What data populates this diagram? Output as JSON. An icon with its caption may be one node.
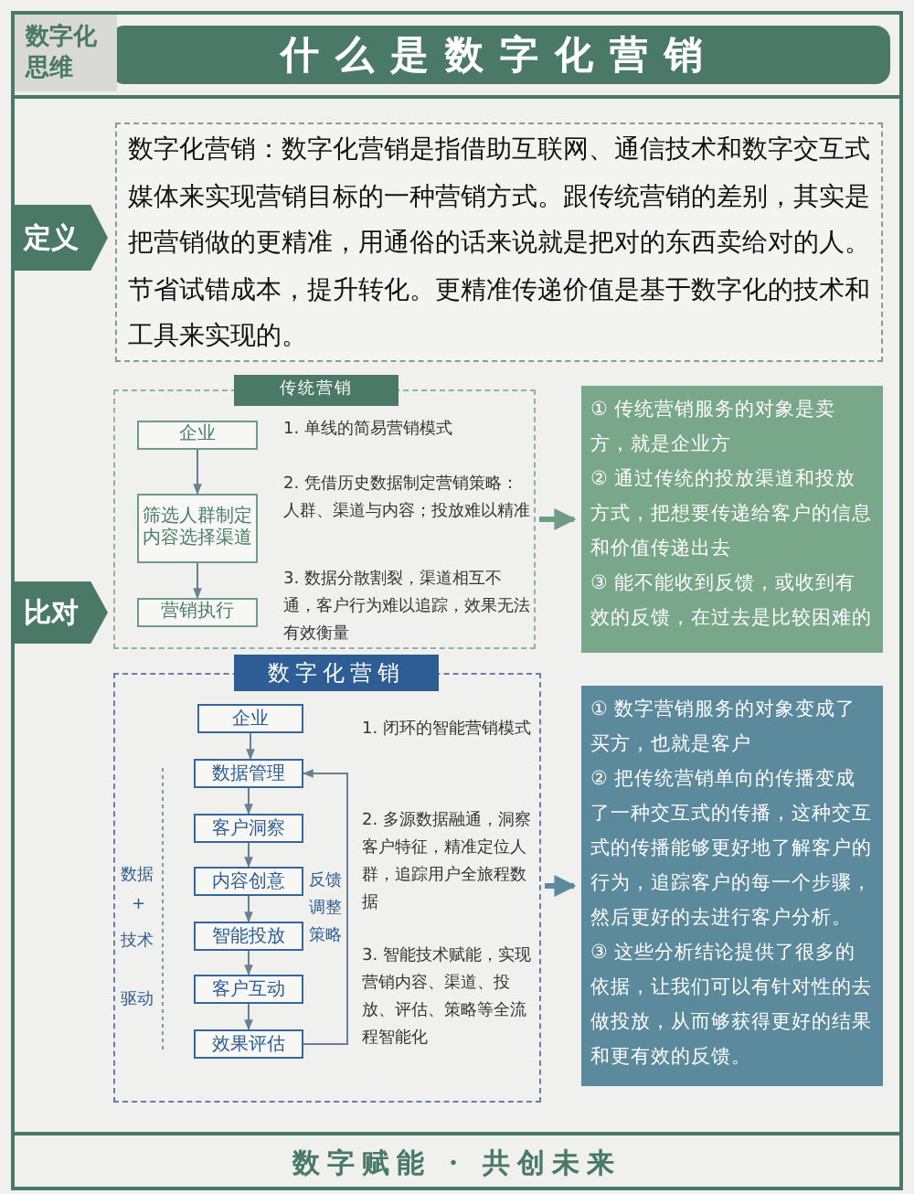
{
  "diagram": {
    "title": "什么是数字化营销",
    "caption": "数字赋能 · 共创未来",
    "nodes": [
      {
        "text": [
          "定义"
        ]
      },
      {
        "text": [
          "数字化营销：数字化营销是指借助互联网、通信技术和数字交互式媒体来实现营销目标的一种营销方式。跟传统营销的差别，其实是把营销做的更精准，用通俗的话来说就是把对的东西卖给对的人。节省试错成本，提升转化。更精准传递价值是基于数字化的技术和工具来实现的。"
        ]
      },
      {
        "text": [
          "传统营销",
          "1. 单线的简易营销模式",
          "2. 凭借历史数据制定营销策略：人群、渠道与内容；投放难以精准",
          "3. 数据分散割裂，渠道相互不通，客户行为难以追踪，效果无法有效衡量"
        ]
      },
      {
        "text": [
          "企业"
        ],
        "in": 2
      },
      {
        "text": [
          "筛选人群制定内容选择渠道"
        ],
        "in": 2
      },
      {
        "text": [
          "营销执行"
        ],
        "in": 2
      },
      {
        "text": [
          "① 传统营销服务的对象是卖方，就是企业方",
          "② 通过传统的投放渠道和投放方式，把想要传递给客户的信息和价值传递出去",
          "③ 能不能收到反馈，或收到有效的反馈，在过去是比较困难的"
        ]
      },
      {
        "text": [
          "比对"
        ]
      },
      {
        "text": [
          "数字化营销",
          "1. 闭环的智能营销模式",
          "2. 多源数据融通，洞察客户特征，精准定位人群，追踪用户全旅程数据",
          "3. 智能技术赋能，实现营销内容、渠道、投放、评估、策略等全流程智能化"
        ]
      },
      {
        "text": [
          "企业"
        ],
        "in": 8
      },
      {
        "text": [
          "数据管理"
        ],
        "in": 8
      },
      {
        "text": [
          "客户洞察"
        ],
        "in": 8
      },
      {
        "text": [
          "内容创意"
        ],
        "in": 8
      },
      {
        "text": [
          "智能投放"
        ],
        "in": 8
      },
      {
        "text": [
          "客户互动"
        ],
        "in": 8
      },
      {
        "text": [
          "效果评估"
        ],
        "in": 8
      },
      {
        "text": [
          "① 数字营销服务的对象变成了买方，也就是客户",
          "② 把传统营销单向的传播变成了一种交互式的传播，这种交互式的传播能够更好地了解客户的行为，追踪客户的每一个步骤，然后更好的去进行客户分析。",
          "③ 这些分析结论提供了很多的依据，让我们可以有针对性的去做投放，从而够获得更好的结果和更有效的反馈。"
        ]
      }
    ],
    "edges": [
      {
        "from": 3,
        "to": 4,
        "arrow": "to"
      },
      {
        "from": 4,
        "to": 5,
        "arrow": "to"
      },
      {
        "from": 2,
        "to": 6,
        "arrow": "to",
        "style": "thick"
      },
      {
        "from": 9,
        "to": 10,
        "arrow": "to"
      },
      {
        "from": 10,
        "to": 11,
        "arrow": "to"
      },
      {
        "from": 11,
        "to": 12,
        "arrow": "to"
      },
      {
        "from": 12,
        "to": 13,
        "arrow": "to"
      },
      {
        "from": 13,
        "to": 14,
        "arrow": "to"
      },
      {
        "from": 14,
        "to": 15,
        "arrow": "to"
      },
      {
        "from": 15,
        "to": 10,
        "arrow": "to",
        "label": "反馈调整策略"
      },
      {
        "from": 8,
        "to": 16,
        "arrow": "to",
        "style": "thick"
      }
    ],
    "labels": [
      "数字化思维",
      "数据",
      "+",
      "技术",
      "驱动"
    ]
  }
}
